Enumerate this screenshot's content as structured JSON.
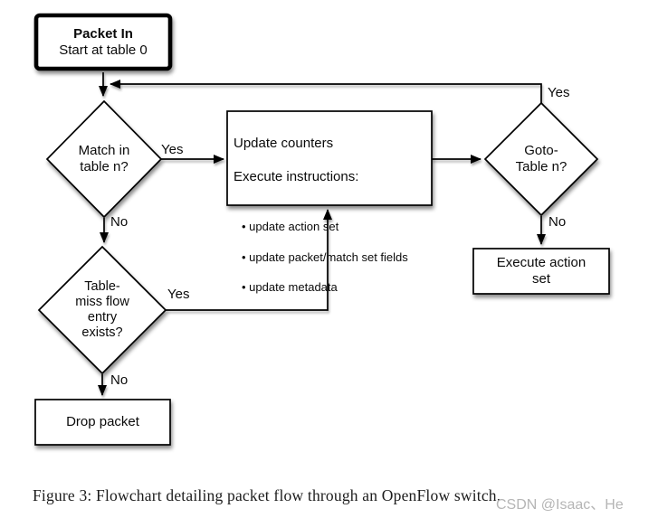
{
  "diagram": {
    "nodes": {
      "packet_in": {
        "title": "Packet In",
        "subtitle": "Start at table 0"
      },
      "match": {
        "label": "Match in\ntable n?"
      },
      "update": {
        "line1": "Update counters",
        "line2": "Execute instructions:",
        "bullets": [
          "• update action set",
          "• update packet/match set fields",
          "• update metadata"
        ]
      },
      "goto_table": {
        "label": "Goto-\nTable n?"
      },
      "execute_action": {
        "label": "Execute action\nset"
      },
      "table_miss": {
        "label": "Table-\nmiss flow\nentry\nexists?"
      },
      "drop_packet": {
        "label": "Drop packet"
      }
    },
    "edge_labels": {
      "match_yes": "Yes",
      "match_no": "No",
      "goto_yes": "Yes",
      "goto_no": "No",
      "table_miss_yes": "Yes",
      "table_miss_no": "No"
    }
  },
  "caption": "Figure 3: Flowchart detailing packet flow through an OpenFlow switch.",
  "watermark": "CSDN @Isaac、He",
  "colors": {
    "line": "#000000",
    "node_fill": "#ffffff",
    "caption_text": "#1c1c1c",
    "watermark_text": "#b5b5b5"
  }
}
